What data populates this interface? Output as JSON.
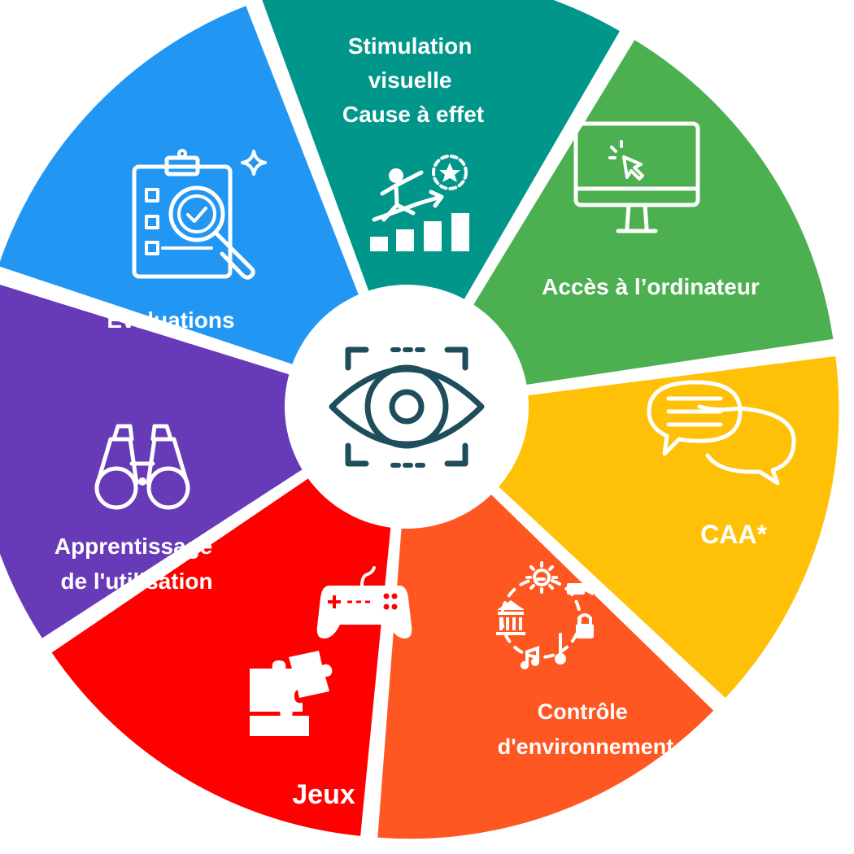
{
  "segments": [
    {
      "id": "stimulation",
      "label_lines": [
        "Stimulation",
        "visuelle",
        "Cause à effet"
      ],
      "color": "#00968A",
      "icon": "rising-person-icon"
    },
    {
      "id": "ordinateur",
      "label_lines": [
        "Accès à l’ordinateur"
      ],
      "color": "#4CAF50",
      "icon": "computer-monitor-icon"
    },
    {
      "id": "caa",
      "label_lines": [
        "CAA*"
      ],
      "color": "#FFC107",
      "icon": "speech-bubbles-icon"
    },
    {
      "id": "controle",
      "label_lines": [
        "Contrôle",
        "d'environnement"
      ],
      "color": "#FF5722",
      "icon": "smart-home-cycle-icon"
    },
    {
      "id": "jeux",
      "label_lines": [
        "Jeux"
      ],
      "color": "#FF0000",
      "icon": "gamepad-puzzle-icon"
    },
    {
      "id": "apprentissage",
      "label_lines": [
        "Apprentissage",
        "de l'utilisation"
      ],
      "color": "#673AB7",
      "icon": "binoculars-icon"
    },
    {
      "id": "evaluations",
      "label_lines": [
        "Evaluations"
      ],
      "color": "#2196F3",
      "icon": "clipboard-magnifier-icon"
    }
  ],
  "center": {
    "icon": "eye-tracking-icon",
    "color": "#1E4D5C"
  }
}
